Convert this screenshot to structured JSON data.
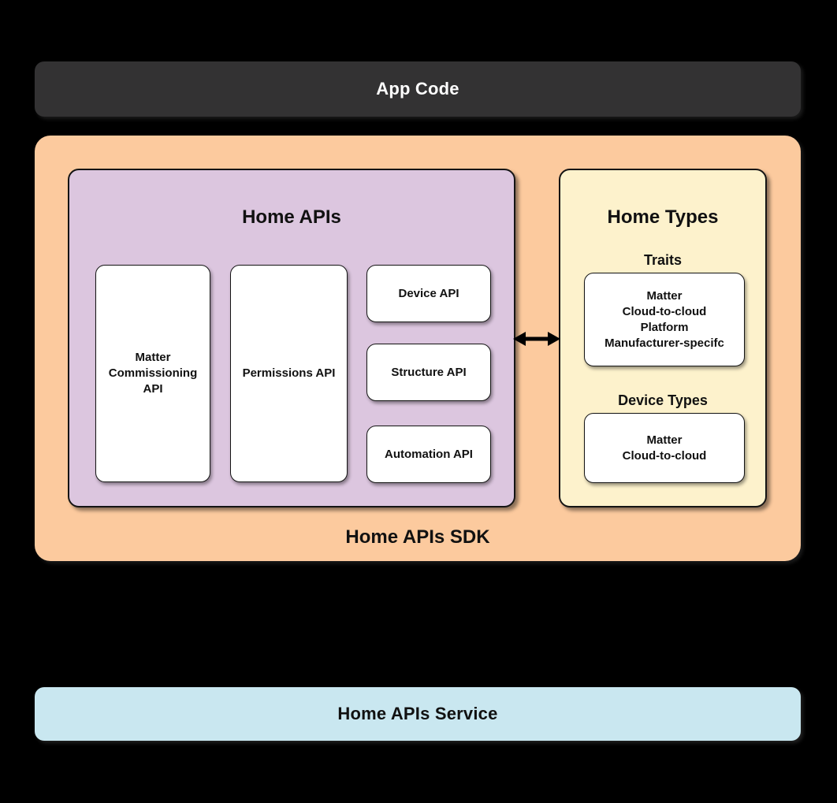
{
  "app_code_bar": {
    "label": "App Code"
  },
  "sdk_box": {
    "label": "Home APIs SDK",
    "home_apis": {
      "title": "Home APIs",
      "cards": {
        "matter_commissioning": "Matter\nCommissioning\nAPI",
        "permissions": "Permissions API",
        "device": "Device API",
        "structure": "Structure API",
        "automation": "Automation API"
      }
    },
    "home_types": {
      "title": "Home Types",
      "traits_heading": "Traits",
      "traits_card": "Matter\nCloud-to-cloud\nPlatform\nManufacturer-specifc",
      "device_types_heading": "Device Types",
      "device_types_card": "Matter\nCloud-to-cloud"
    },
    "arrow_icon": "bidirectional-arrow"
  },
  "service_bar": {
    "label": "Home APIs Service"
  },
  "colors": {
    "background": "#000000",
    "app_code_bg": "#333233",
    "app_code_text": "#ffffff",
    "sdk_bg": "#fcca9e",
    "home_apis_bg": "#dcc6df",
    "home_types_bg": "#fdf2cc",
    "service_bg": "#c9e7f0",
    "card_bg": "#ffffff",
    "border": "#141414",
    "text": "#111111"
  }
}
